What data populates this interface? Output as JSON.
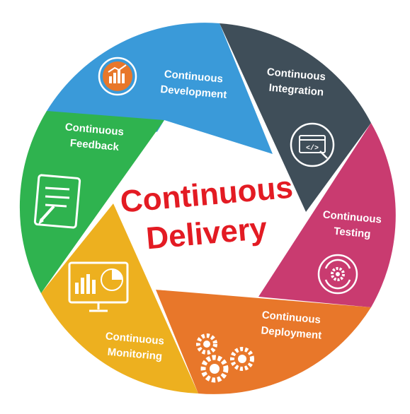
{
  "title": {
    "line1": "Continuous",
    "line2": "Delivery",
    "color": "#e31b23"
  },
  "segments": [
    {
      "id": "development",
      "line1": "Continuous",
      "line2": "Development",
      "color": "#3a9ad9",
      "icon": "analytics-icon"
    },
    {
      "id": "integration",
      "line1": "Continuous",
      "line2": "Integration",
      "color": "#3f4e59",
      "icon": "code-window-icon"
    },
    {
      "id": "testing",
      "line1": "Continuous",
      "line2": "Testing",
      "color": "#c93b70",
      "icon": "gear-cycle-icon"
    },
    {
      "id": "deployment",
      "line1": "Continuous",
      "line2": "Deployment",
      "color": "#e8772a",
      "icon": "gears-icon"
    },
    {
      "id": "monitoring",
      "line1": "Continuous",
      "line2": "Monitoring",
      "color": "#edb01f",
      "icon": "monitor-chart-icon"
    },
    {
      "id": "feedback",
      "line1": "Continuous",
      "line2": "Feedback",
      "color": "#2fb34f",
      "icon": "document-icon"
    }
  ]
}
